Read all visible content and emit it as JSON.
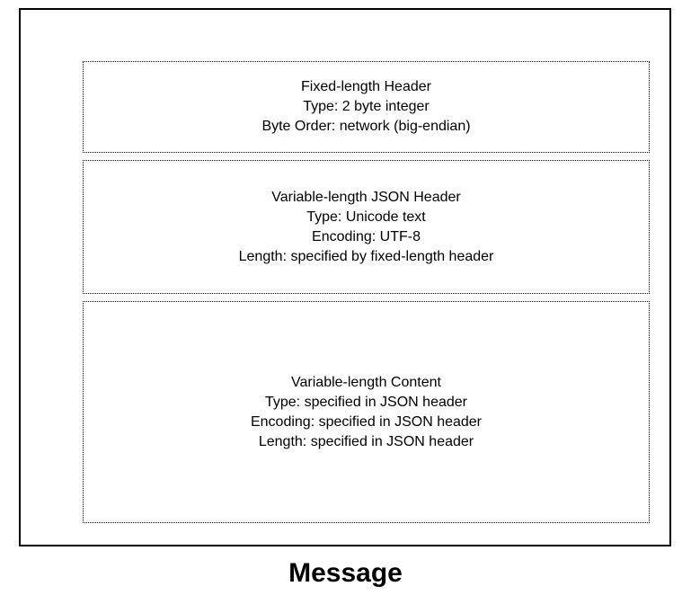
{
  "figure": {
    "caption": "Message",
    "background_color": "#ffffff",
    "frame_color": "#000000",
    "text_color": "#000000",
    "segments": [
      {
        "name": "fixed-length-header",
        "lines": [
          "Fixed-length Header",
          "Type: 2 byte integer",
          "Byte Order: network (big-endian)"
        ]
      },
      {
        "name": "variable-length-json-header",
        "lines": [
          "Variable-length JSON Header",
          "Type: Unicode text",
          "Encoding: UTF-8",
          "Length: specified by fixed-length header"
        ]
      },
      {
        "name": "variable-length-content",
        "lines": [
          "Variable-length Content",
          "Type: specified in JSON header",
          "Encoding: specified in JSON header",
          "Length: specified in JSON header"
        ]
      }
    ]
  }
}
